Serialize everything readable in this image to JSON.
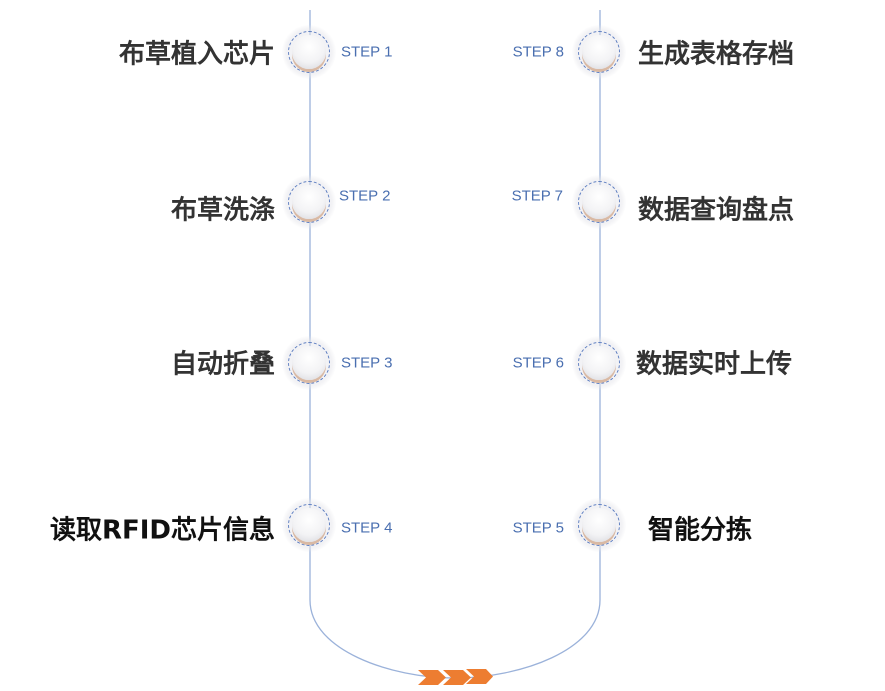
{
  "steps_left": [
    {
      "step": "STEP 1",
      "label": "布草植入芯片"
    },
    {
      "step": "STEP 2",
      "label": "布草洗涤"
    },
    {
      "step": "STEP 3",
      "label": "自动折叠"
    },
    {
      "step": "STEP 4",
      "label": "读取RFID芯片信息"
    }
  ],
  "steps_right": [
    {
      "step": "STEP 8",
      "label": "生成表格存档"
    },
    {
      "step": "STEP 7",
      "label": "数据查询盘点"
    },
    {
      "step": "STEP 6",
      "label": "数据实时上传"
    },
    {
      "step": "STEP 5",
      "label": "智能分拣"
    }
  ],
  "colors": {
    "line": "#8faad6",
    "arrow": "#ed7d31",
    "step_text": "#4a6fb0"
  }
}
